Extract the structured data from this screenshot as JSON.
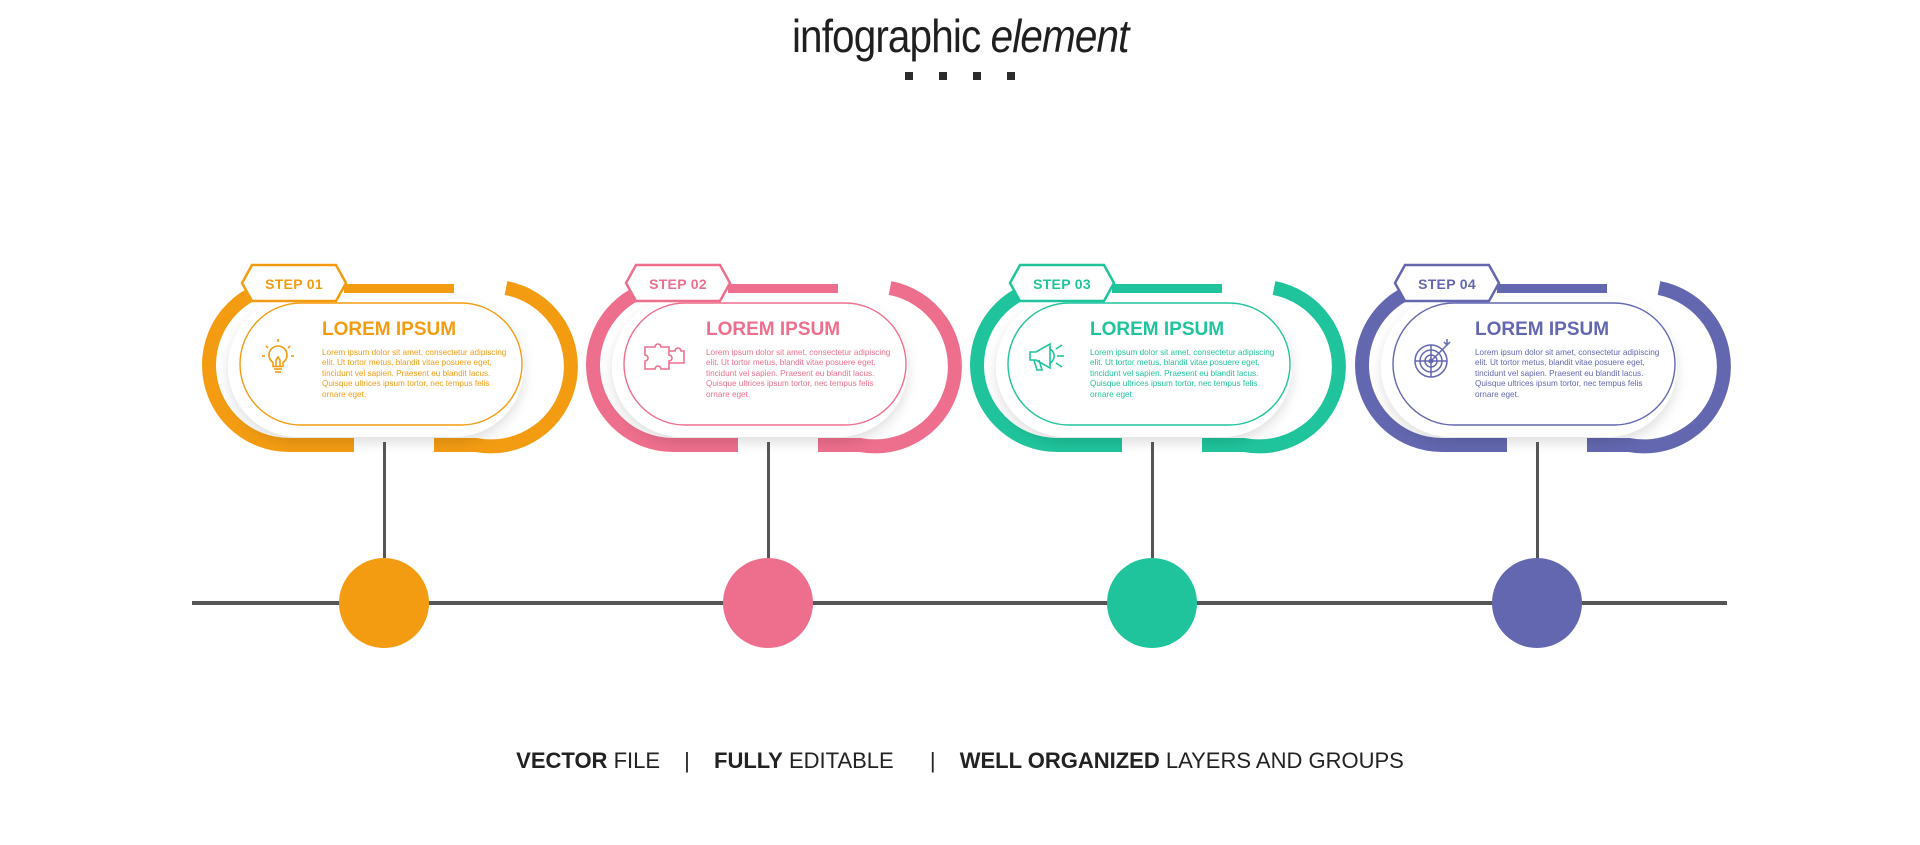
{
  "header": {
    "title_bold": "infographic",
    "title_italic": "element"
  },
  "steps": [
    {
      "tag": "STEP 01",
      "title": "LOREM IPSUM",
      "text": "Lorem ipsum dolor sit amet, consectetur adipiscing elit. Ut tortor metus, blandit vitae posuere eget, tincidunt vel sapien. Praesent eu blandit lacus. Quisque ultrices ipsum tortor, nec tempus felis ornare eget.",
      "icon": "lightbulb-icon",
      "color": "#f39c12"
    },
    {
      "tag": "STEP 02",
      "title": "LOREM IPSUM",
      "text": "Lorem ipsum dolor sit amet, consectetur adipiscing elit. Ut tortor metus, blandit vitae posuere eget, tincidunt vel sapien. Praesent eu blandit lacus. Quisque ultrices ipsum tortor, nec tempus felis ornare eget.",
      "icon": "puzzle-icon",
      "color": "#ee6f8d"
    },
    {
      "tag": "STEP 03",
      "title": "LOREM IPSUM",
      "text": "Lorem ipsum dolor sit amet, consectetur adipiscing elit. Ut tortor metus, blandit vitae posuere eget, tincidunt vel sapien. Praesent eu blandit lacus. Quisque ultrices ipsum tortor, nec tempus felis ornare eget.",
      "icon": "megaphone-icon",
      "color": "#1fc49c"
    },
    {
      "tag": "STEP 04",
      "title": "LOREM IPSUM",
      "text": "Lorem ipsum dolor sit amet, consectetur adipiscing elit. Ut tortor metus, blandit vitae posuere eget, tincidunt vel sapien. Praesent eu blandit lacus. Quisque ultrices ipsum tortor, nec tempus felis ornare eget.",
      "icon": "target-icon",
      "color": "#6367b0"
    }
  ],
  "footer": {
    "part1_bold": "VECTOR",
    "part1_rest": " FILE",
    "part2_bold": "FULLY",
    "part2_rest": " EDITABLE",
    "part3_bold": "WELL ORGANIZED",
    "part3_rest": " LAYERS AND GROUPS",
    "separator": "|"
  }
}
